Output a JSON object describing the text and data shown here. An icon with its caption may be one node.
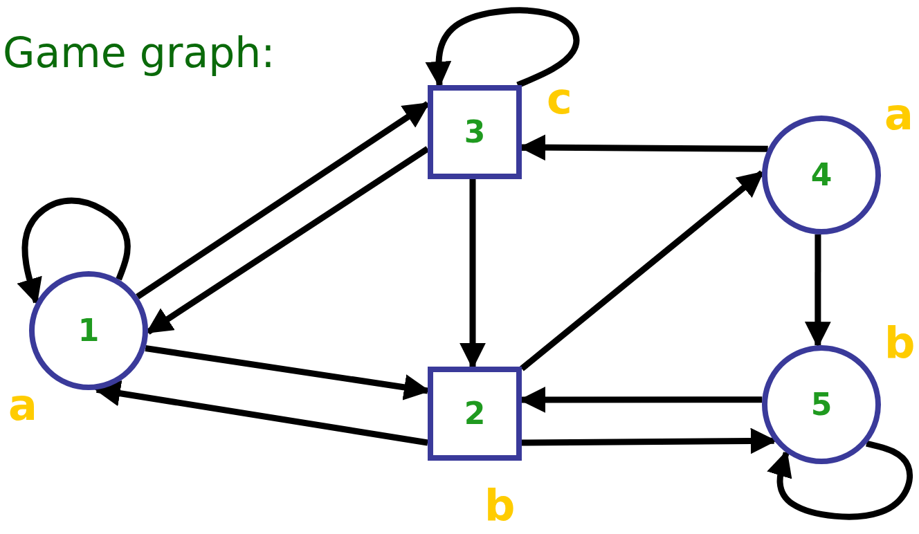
{
  "diagram": {
    "title": "Game graph:",
    "nodes": [
      {
        "text": [
          "1"
        ],
        "beside": [
          "a"
        ]
      },
      {
        "text": [
          "2"
        ],
        "beside": [
          "b"
        ]
      },
      {
        "text": [
          "3"
        ],
        "beside": [
          "c"
        ]
      },
      {
        "text": [
          "4"
        ],
        "beside": [
          "a"
        ]
      },
      {
        "text": [
          "5"
        ],
        "beside": [
          "b"
        ]
      }
    ],
    "edges": [
      {
        "from": 0,
        "to": 0,
        "arrow": "to"
      },
      {
        "from": 0,
        "to": 2,
        "arrow": "to"
      },
      {
        "from": 2,
        "to": 0,
        "arrow": "to"
      },
      {
        "from": 0,
        "to": 1,
        "arrow": "to"
      },
      {
        "from": 1,
        "to": 0,
        "arrow": "to"
      },
      {
        "from": 2,
        "to": 2,
        "arrow": "to"
      },
      {
        "from": 2,
        "to": 1,
        "arrow": "to"
      },
      {
        "from": 3,
        "to": 2,
        "arrow": "to"
      },
      {
        "from": 1,
        "to": 3,
        "arrow": "to"
      },
      {
        "from": 3,
        "to": 4,
        "arrow": "to"
      },
      {
        "from": 4,
        "to": 1,
        "arrow": "to"
      },
      {
        "from": 1,
        "to": 4,
        "arrow": "to"
      },
      {
        "from": 4,
        "to": 4,
        "arrow": "to"
      }
    ]
  }
}
